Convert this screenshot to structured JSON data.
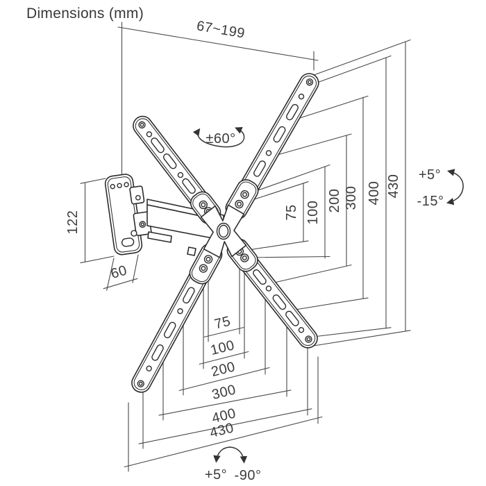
{
  "title": "Dimensions (mm)",
  "colors": {
    "line": "#2b2b2b",
    "dim_line": "#474747",
    "text": "#3c3c3c",
    "background": "#ffffff"
  },
  "dimensions": {
    "arm_extension": "67~199",
    "swivel_range": "±60°",
    "tilt": {
      "up": "+5°",
      "down": "-15°"
    },
    "rotation": {
      "up": "+5°",
      "down": "-90°"
    },
    "wall_plate_height": "122",
    "wall_plate_width": "60",
    "vesa_vertical": [
      "75",
      "100",
      "200",
      "300",
      "400",
      "430"
    ],
    "vesa_horizontal": [
      "75",
      "100",
      "200",
      "300",
      "400",
      "430"
    ]
  }
}
